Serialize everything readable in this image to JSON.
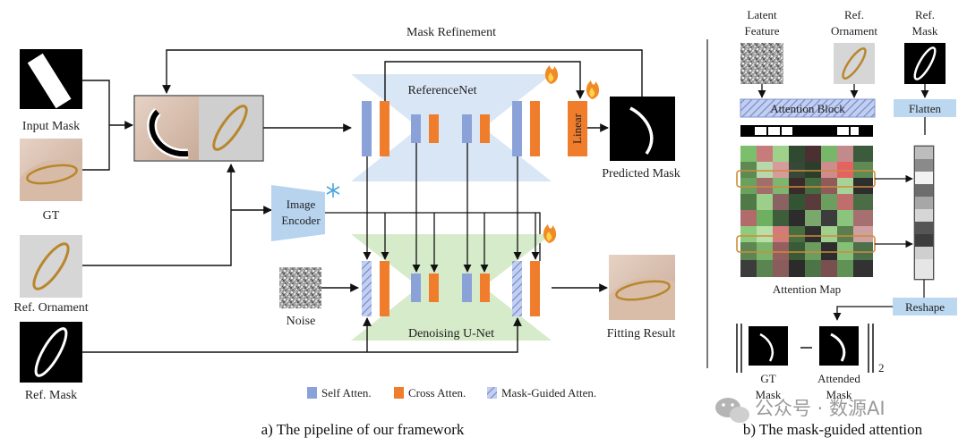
{
  "colors": {
    "self_atten": "#8aa2d8",
    "cross_atten": "#ef7d2c",
    "mask_guided": "#a9b9e6",
    "refnet_bg": "#d9e6f6",
    "unet_bg": "#d6ebc9",
    "encoder_bg": "#b7d3ee",
    "flatten_bg": "#bcd8f0",
    "attention_block_bg": "#b7cfee"
  },
  "pipeline": {
    "mask_refinement": "Mask Refinement",
    "input_mask": "Input Mask",
    "gt": "GT",
    "ref_ornament": "Ref. Ornament",
    "ref_mask": "Ref. Mask",
    "noise": "Noise",
    "image_encoder_line1": "Image",
    "image_encoder_line2": "Encoder",
    "reference_net": "ReferenceNet",
    "denoising_unet": "Denoising U-Net",
    "linear": "Linear",
    "predicted_mask": "Predicted Mask",
    "fitting_result": "Fitting Result"
  },
  "legend": {
    "self": "Self Atten.",
    "cross": "Cross Atten.",
    "mask_guided": "Mask-Guided Atten."
  },
  "attention_panel": {
    "latent_line1": "Latent",
    "latent_line2": "Feature",
    "ref_orn_line1": "Ref.",
    "ref_orn_line2": "Ornament",
    "ref_mask_line1": "Ref.",
    "ref_mask_line2": "Mask",
    "attention_block": "Attention Block",
    "flatten": "Flatten",
    "attention_map": "Attention Map",
    "reshape": "Reshape",
    "gt_mask_line1": "GT",
    "gt_mask_line2": "Mask",
    "attended_line1": "Attended",
    "attended_line2": "Mask",
    "norm_sub": "2"
  },
  "captions": {
    "a": "a) The pipeline of our framework",
    "b": "b) The mask-guided attention"
  },
  "watermark": "公众号 · 数源AI"
}
